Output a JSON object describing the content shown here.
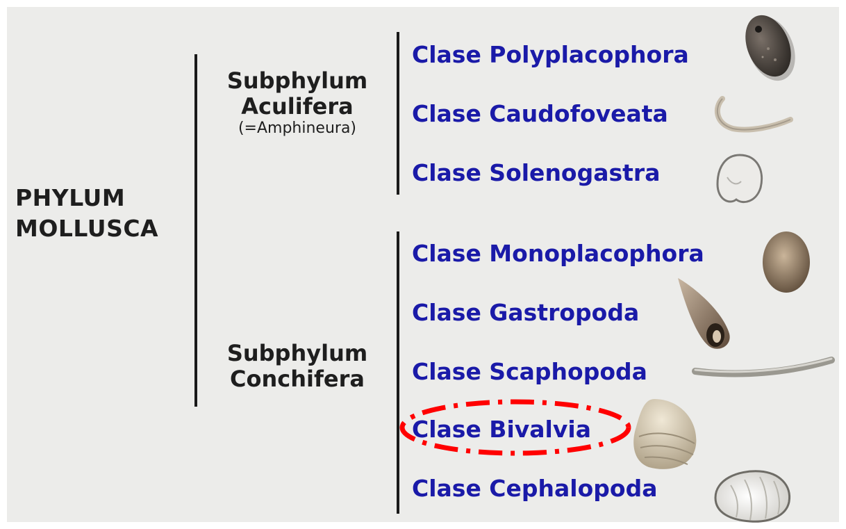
{
  "phylum": {
    "line1": "PHYLUM",
    "line2": "MOLLUSCA"
  },
  "subphyla": [
    {
      "line1": "Subphylum",
      "line2": "Aculifera",
      "alt": "(=Amphineura)"
    },
    {
      "line1": "Subphylum",
      "line2": "Conchifera"
    }
  ],
  "classes": [
    {
      "label": "Clase Polyplacophora"
    },
    {
      "label": "Clase Caudofoveata"
    },
    {
      "label": "Clase Solenogastra"
    },
    {
      "label": "Clase Monoplacophora"
    },
    {
      "label": "Clase Gastropoda"
    },
    {
      "label": "Clase Scaphopoda"
    },
    {
      "label": "Clase Bivalvia"
    },
    {
      "label": "Clase Cephalopoda"
    }
  ],
  "highlighted_class": "Clase Bivalvia",
  "colors": {
    "class_text": "#1a1aa8",
    "highlight": "#ff0000",
    "background": "#ececea"
  }
}
